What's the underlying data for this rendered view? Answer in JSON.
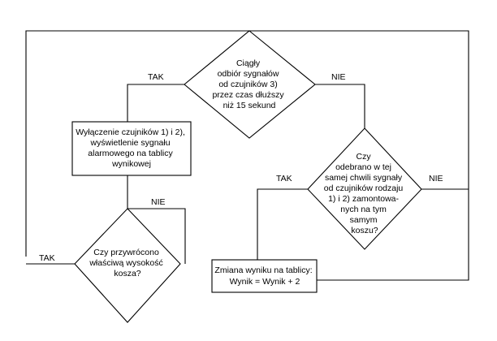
{
  "decision_main": {
    "lines": [
      "Ciągły",
      "odbiór sygnałów",
      "od czujników 3)",
      "przez czas dłuższy",
      "niż 15 sekund"
    ]
  },
  "process_disable": {
    "lines": [
      "Wyłączenie czujników 1) i 2),",
      "wyświetlenie sygnału",
      "alarmowego na tablicy",
      "wynikowej"
    ]
  },
  "decision_restored": {
    "lines": [
      "Czy przywrócono",
      "właściwą wysokość",
      "kosza?"
    ]
  },
  "decision_simultaneous": {
    "lines": [
      "Czy",
      "odebrano w tej",
      "samej chwili sygnały",
      "od czujników rodzaju",
      "1) i 2) zamontowa-",
      "nych na tym",
      "samym",
      "koszu?"
    ]
  },
  "process_score": {
    "lines": [
      "Zmiana wyniku na tablicy:",
      "Wynik = Wynik + 2"
    ]
  },
  "labels": {
    "main_yes": "TAK",
    "main_no": "NIE",
    "restored_no": "NIE",
    "restored_yes": "TAK",
    "simultaneous_yes": "TAK",
    "simultaneous_no": "NIE"
  }
}
